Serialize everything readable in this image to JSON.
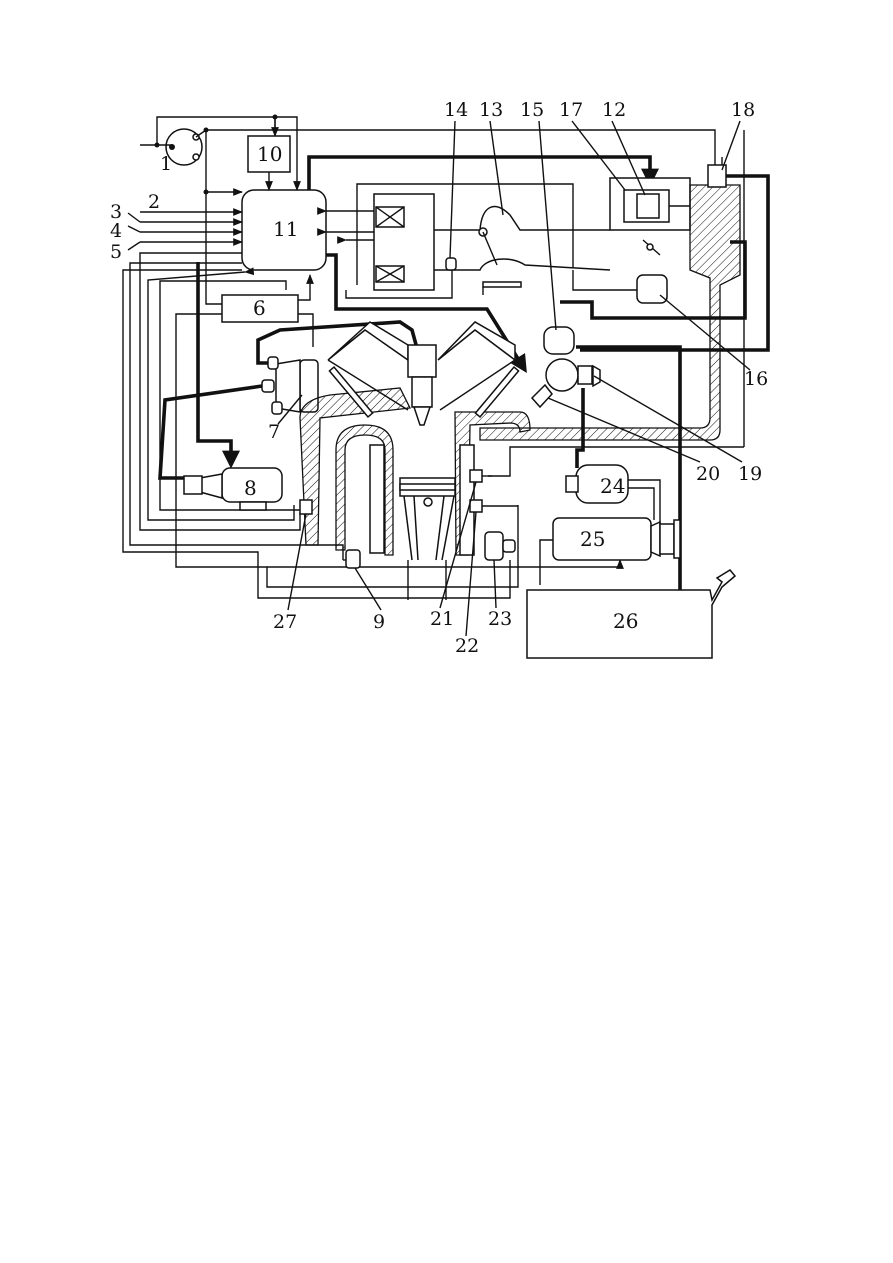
{
  "diagram": {
    "labels": {
      "l1": "1",
      "l2": "2",
      "l3": "3",
      "l4": "4",
      "l5": "5",
      "l6": "6",
      "l7": "7",
      "l8": "8",
      "l9": "9",
      "l10": "10",
      "l11": "11",
      "l12": "12",
      "l13": "13",
      "l14": "14",
      "l15": "15",
      "l16": "16",
      "l17": "17",
      "l18": "18",
      "l19": "19",
      "l20": "20",
      "l21": "21",
      "l22": "22",
      "l23": "23",
      "l24": "24",
      "l25": "25",
      "l26": "26",
      "l27": "27"
    }
  }
}
